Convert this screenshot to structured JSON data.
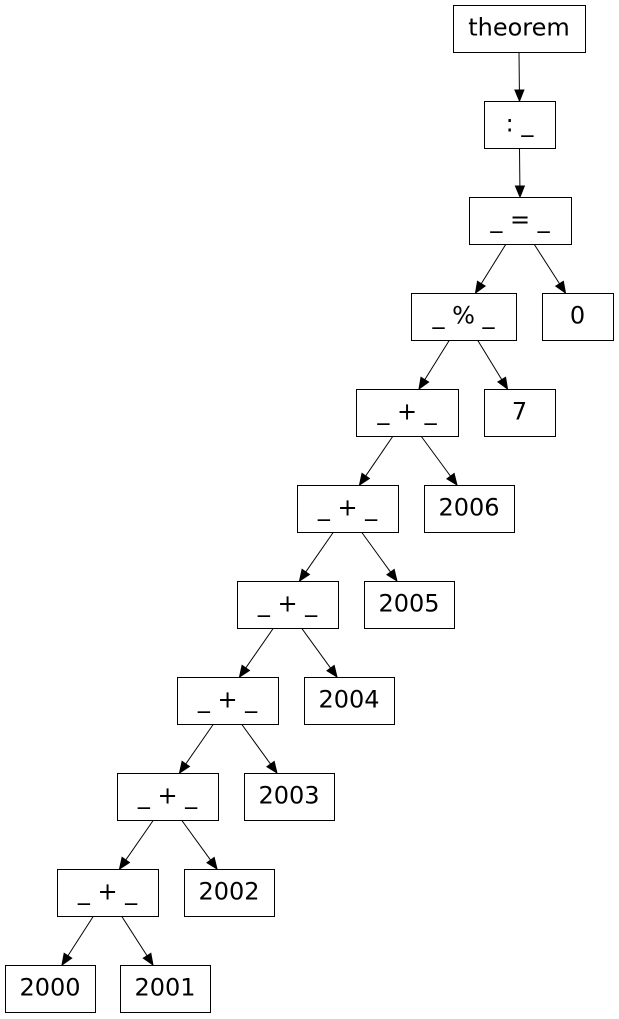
{
  "diagram": {
    "nodes": [
      {
        "id": "n0",
        "label": "theorem"
      },
      {
        "id": "n1",
        "label": ": _"
      },
      {
        "id": "n2",
        "label": "_ = _"
      },
      {
        "id": "n3",
        "label": "_ % _"
      },
      {
        "id": "n4",
        "label": "0"
      },
      {
        "id": "n5",
        "label": "_ + _"
      },
      {
        "id": "n6",
        "label": "7"
      },
      {
        "id": "n7",
        "label": "_ + _"
      },
      {
        "id": "n8",
        "label": "2006"
      },
      {
        "id": "n9",
        "label": "_ + _"
      },
      {
        "id": "n10",
        "label": "2005"
      },
      {
        "id": "n11",
        "label": "_ + _"
      },
      {
        "id": "n12",
        "label": "2004"
      },
      {
        "id": "n13",
        "label": "_ + _"
      },
      {
        "id": "n14",
        "label": "2003"
      },
      {
        "id": "n15",
        "label": "_ + _"
      },
      {
        "id": "n16",
        "label": "2002"
      },
      {
        "id": "n17",
        "label": "2000"
      },
      {
        "id": "n18",
        "label": "2001"
      }
    ],
    "edges": [
      {
        "from": "n0",
        "to": "n1"
      },
      {
        "from": "n1",
        "to": "n2"
      },
      {
        "from": "n2",
        "to": "n3"
      },
      {
        "from": "n2",
        "to": "n4"
      },
      {
        "from": "n3",
        "to": "n5"
      },
      {
        "from": "n3",
        "to": "n6"
      },
      {
        "from": "n5",
        "to": "n7"
      },
      {
        "from": "n5",
        "to": "n8"
      },
      {
        "from": "n7",
        "to": "n9"
      },
      {
        "from": "n7",
        "to": "n10"
      },
      {
        "from": "n9",
        "to": "n11"
      },
      {
        "from": "n9",
        "to": "n12"
      },
      {
        "from": "n11",
        "to": "n13"
      },
      {
        "from": "n11",
        "to": "n14"
      },
      {
        "from": "n13",
        "to": "n15"
      },
      {
        "from": "n13",
        "to": "n16"
      },
      {
        "from": "n15",
        "to": "n17"
      },
      {
        "from": "n15",
        "to": "n18"
      }
    ]
  }
}
